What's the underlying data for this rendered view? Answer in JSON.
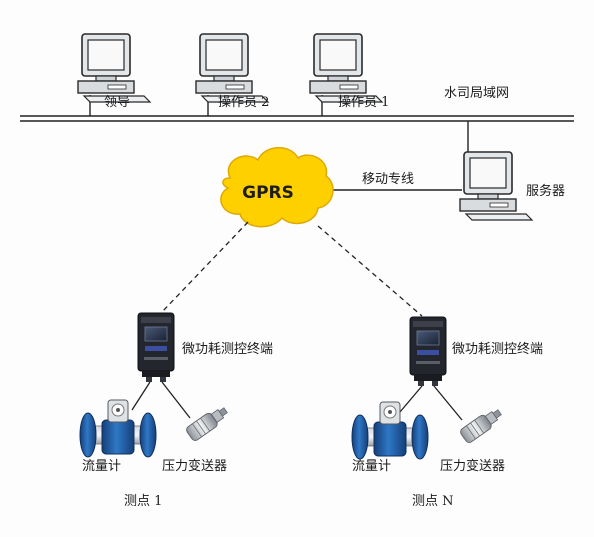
{
  "network": {
    "lan_label": "水司局域网",
    "clients": [
      {
        "label": "领导"
      },
      {
        "label": "操作员 2"
      },
      {
        "label": "操作员 1"
      }
    ],
    "dedicated_line_label": "移动专线",
    "server_label": "服务器",
    "cloud_label": "GPRS"
  },
  "sites": [
    {
      "terminal_label": "微功耗测控终端",
      "flowmeter_label": "流量计",
      "transmitter_label": "压力变送器",
      "site_label": "测点 1"
    },
    {
      "terminal_label": "微功耗测控终端",
      "flowmeter_label": "流量计",
      "transmitter_label": "压力变送器",
      "site_label": "测点 N"
    }
  ],
  "colors": {
    "cloud_fill": "#ffd000",
    "meter_blue": "#1f5fa8",
    "terminal_dark": "#24262e",
    "line": "#222222"
  }
}
